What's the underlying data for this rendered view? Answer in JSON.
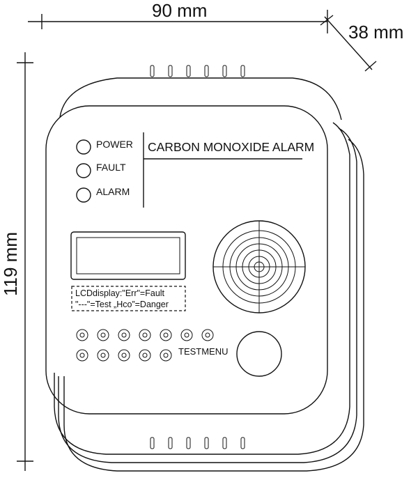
{
  "dimensions": {
    "width": "90 mm",
    "depth": "38 mm",
    "height": "119 mm"
  },
  "device": {
    "title": "CARBON MONOXIDE ALARM",
    "indicators": [
      "POWER",
      "FAULT",
      "ALARM"
    ],
    "lcd_note_line1": "LCDdisplay:\"Err\"=Fault",
    "lcd_note_line2": "\"---\"=Test „Hco”=Danger",
    "test_label": "TESTMENU"
  }
}
